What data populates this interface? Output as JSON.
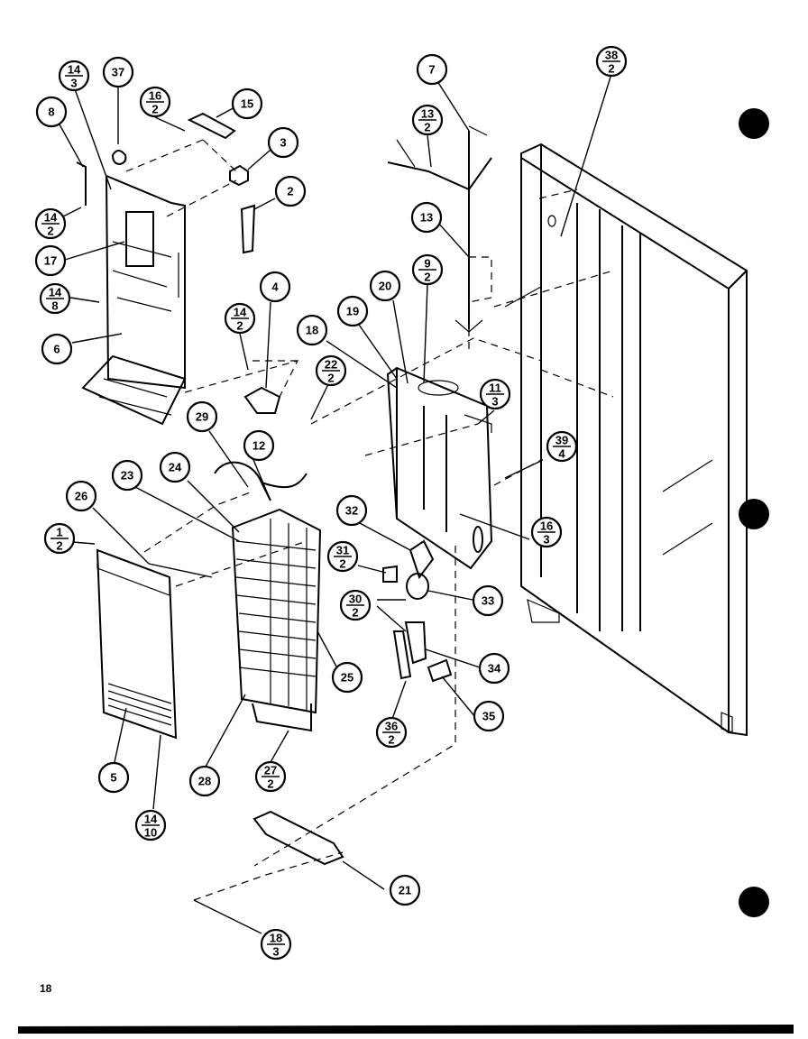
{
  "page_number": "18",
  "callouts": [
    {
      "num": "14",
      "den": "3"
    },
    {
      "num": "37"
    },
    {
      "num": "16",
      "den": "2"
    },
    {
      "num": "15"
    },
    {
      "num": "8"
    },
    {
      "num": "3"
    },
    {
      "num": "2"
    },
    {
      "num": "14",
      "den": "2"
    },
    {
      "num": "17"
    },
    {
      "num": "14",
      "den": "8"
    },
    {
      "num": "6"
    },
    {
      "num": "4"
    },
    {
      "num": "14",
      "den": "2"
    },
    {
      "num": "7"
    },
    {
      "num": "13",
      "den": "2"
    },
    {
      "num": "38",
      "den": "2"
    },
    {
      "num": "13"
    },
    {
      "num": "20"
    },
    {
      "num": "9",
      "den": "2"
    },
    {
      "num": "19"
    },
    {
      "num": "18"
    },
    {
      "num": "22",
      "den": "2"
    },
    {
      "num": "11",
      "den": "3"
    },
    {
      "num": "29"
    },
    {
      "num": "12"
    },
    {
      "num": "24"
    },
    {
      "num": "23"
    },
    {
      "num": "26"
    },
    {
      "num": "1",
      "den": "2"
    },
    {
      "num": "39",
      "den": "4"
    },
    {
      "num": "32"
    },
    {
      "num": "16",
      "den": "3"
    },
    {
      "num": "31",
      "den": "2"
    },
    {
      "num": "33"
    },
    {
      "num": "30",
      "den": "2"
    },
    {
      "num": "34"
    },
    {
      "num": "25"
    },
    {
      "num": "35"
    },
    {
      "num": "36",
      "den": "2"
    },
    {
      "num": "5"
    },
    {
      "num": "28"
    },
    {
      "num": "27",
      "den": "2"
    },
    {
      "num": "14",
      "den": "10"
    },
    {
      "num": "21"
    },
    {
      "num": "18",
      "den": "3"
    }
  ]
}
